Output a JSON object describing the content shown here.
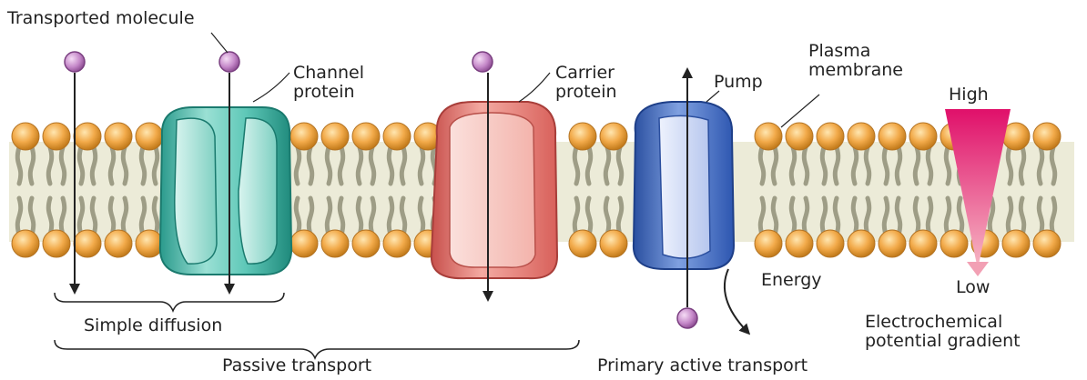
{
  "labels": {
    "transported_molecule": "Transported molecule",
    "channel_protein": [
      "Channel",
      "protein"
    ],
    "carrier_protein": [
      "Carrier",
      "protein"
    ],
    "pump": "Pump",
    "plasma_membrane": [
      "Plasma",
      "membrane"
    ],
    "high": "High",
    "low": "Low",
    "energy": "Energy",
    "simple_diffusion": "Simple diffusion",
    "passive_transport": "Passive transport",
    "primary_active_transport": "Primary active transport",
    "gradient": [
      "Electrochemical",
      "potential gradient"
    ]
  },
  "colors": {
    "head": "#f0a840",
    "tail": "#a8a890",
    "channel": "#3fb8a8",
    "carrier": "#e88078",
    "pump": "#4a78c8",
    "molecule": "#c080c8",
    "gradient_top": "#e0106a",
    "gradient_bottom": "#f0a0b0"
  }
}
